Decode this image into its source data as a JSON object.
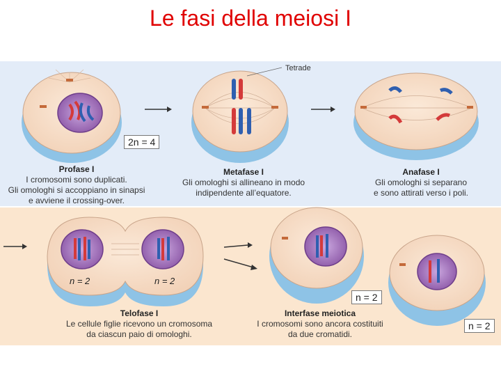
{
  "title": "Le fasi della meiosi I",
  "stages": {
    "profase": {
      "heading": "Profase I",
      "lines": [
        "I cromosomi sono duplicati.",
        "Gli omologhi si accoppiano in sinapsi",
        "e avviene il crossing-over."
      ],
      "ploidy": "2n = 4"
    },
    "metafase": {
      "heading": "Metafase I",
      "lines": [
        "Gli omologhi si allineano in modo",
        "indipendente all’equatore."
      ],
      "label": "Tetrade"
    },
    "anafase": {
      "heading": "Anafase I",
      "lines": [
        "Gli omologhi si separano",
        "e sono attirati verso i poli."
      ]
    },
    "telofase": {
      "heading": "Telofase I",
      "lines": [
        "Le cellule figlie ricevono un cromosoma",
        "da ciascun paio di omologhi."
      ],
      "ploidy_left": "n = 2",
      "ploidy_right": "n = 2"
    },
    "interfase": {
      "heading": "Interfase meiotica",
      "lines": [
        "I cromosomi sono ancora costituiti",
        "da due cromatidi."
      ],
      "ploidy_a": "n = 2",
      "ploidy_b": "n = 2"
    }
  },
  "colors": {
    "title": "#e00000",
    "top_panel": "#e3ecf8",
    "bottom_panel": "#fbe6cf",
    "maternal": "#d43a3a",
    "paternal": "#2f5fb0",
    "nucleus": "#9b6fb5"
  }
}
